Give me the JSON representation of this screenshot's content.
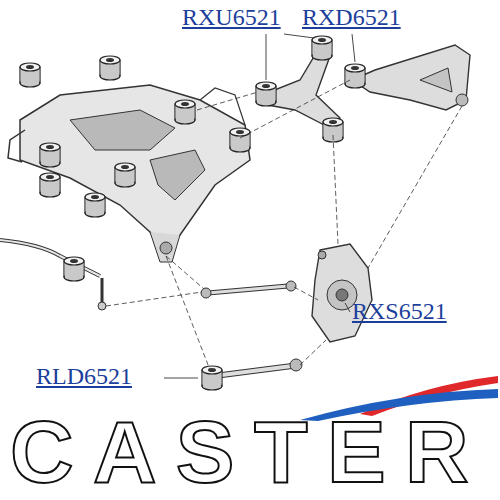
{
  "diagram": {
    "labels": [
      "RXU6521",
      "RXD6521",
      "RXS6521",
      "RLD6521",
      "CASTER"
    ]
  }
}
